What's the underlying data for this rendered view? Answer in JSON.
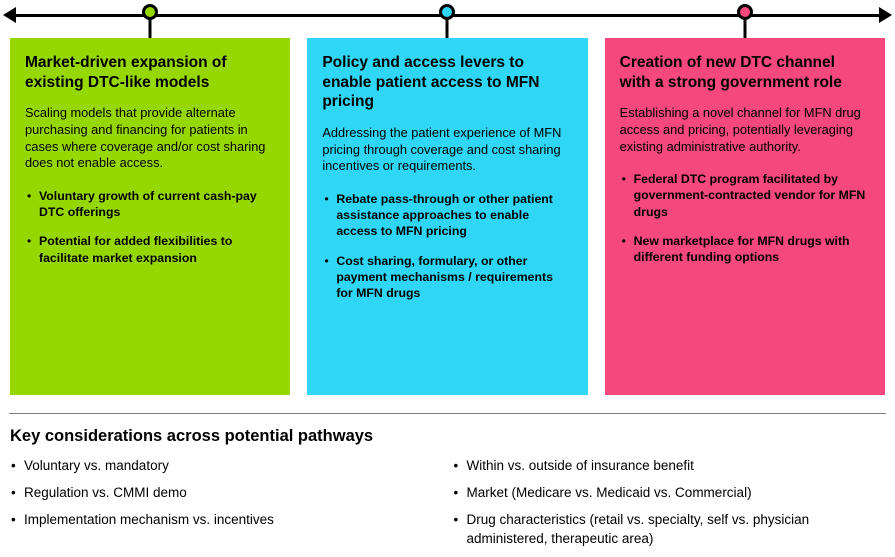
{
  "cards": [
    {
      "color": "#97D700",
      "title": "Market-driven expansion of existing DTC-like models",
      "body": "Scaling models that provide alternate purchasing and financing for patients in cases where coverage and/or cost sharing does not enable access.",
      "bullets": [
        "Voluntary growth of current cash-pay DTC offerings",
        "Potential for added flexibilities to facilitate market expansion"
      ]
    },
    {
      "color": "#2FD6F5",
      "title": "Policy and access levers to enable patient access to MFN pricing",
      "body": "Addressing the patient experience of MFN pricing through coverage and cost sharing incentives or requirements.",
      "bullets": [
        "Rebate pass-through or other patient assistance approaches to enable access to MFN pricing",
        "Cost sharing, formulary, or other payment mechanisms / requirements for MFN drugs"
      ]
    },
    {
      "color": "#F5487D",
      "title": "Creation of new DTC channel with a strong government role",
      "body": "Establishing a novel channel for MFN drug access and pricing, potentially leveraging existing administrative authority.",
      "bullets": [
        "Federal DTC program facilitated by government-contracted vendor for MFN drugs",
        "New marketplace for MFN drugs with different funding options"
      ]
    }
  ],
  "key_considerations": {
    "title": "Key considerations across potential pathways",
    "left_items": [
      "Voluntary vs. mandatory",
      "Regulation vs. CMMI demo",
      "Implementation mechanism vs. incentives"
    ],
    "right_items": [
      "Within vs. outside of insurance benefit",
      "Market (Medicare vs. Medicaid vs. Commercial)",
      "Drug characteristics (retail vs. specialty, self vs. physician administered, therapeutic area)"
    ]
  }
}
